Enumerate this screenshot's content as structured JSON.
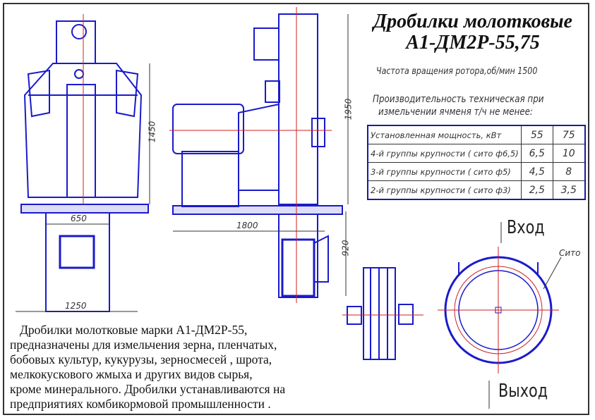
{
  "title": {
    "line1": "Дробилки  молотковые",
    "line2": "А1-ДМ2Р-55,75"
  },
  "rotor_speed": "Частота  вращения ротора,об/мин 1500",
  "productivity": {
    "line1": "Производительность техническая при",
    "line2": "измельчении ячменя   т/ч не менее:"
  },
  "spec_table": {
    "rows": [
      {
        "label": "Установленная  мощность, кВт",
        "v55": "55",
        "v75": "75"
      },
      {
        "label": "4-й группы крупности ( сито ф6,5)",
        "v55": "6,5",
        "v75": "10"
      },
      {
        "label": "3-й группы крупности ( сито ф5)",
        "v55": "4,5",
        "v75": "8"
      },
      {
        "label": "2-й группы крупности ( сито ф3)",
        "v55": "2,5",
        "v75": "3,5"
      }
    ]
  },
  "dimensions": {
    "front_height": "1450",
    "base_width": "650",
    "overall_width": "1250",
    "side_height": "1950",
    "side_length": "1800",
    "outlet_height": "920"
  },
  "rotor_labels": {
    "inlet": "Вход",
    "outlet": "Выход",
    "sieve": "Сито"
  },
  "description": [
    "Дробилки молотковые марки  А1-ДМ2Р-55,",
    "предназначены  для  измельчения  зерна,  пленчатых,",
    "бобовых  культур,  кукурузы,  зерносмесей ,  шрота,",
    "мелкокускового  жмыха  и  других  видов сырья,",
    "кроме  минерального. Дробилки  устанавливаются  на",
    "предприятиях  комбикормовой  промышленности ."
  ],
  "colors": {
    "drawing": "#1a1acc",
    "axis": "#cc2222",
    "text": "#222222"
  }
}
